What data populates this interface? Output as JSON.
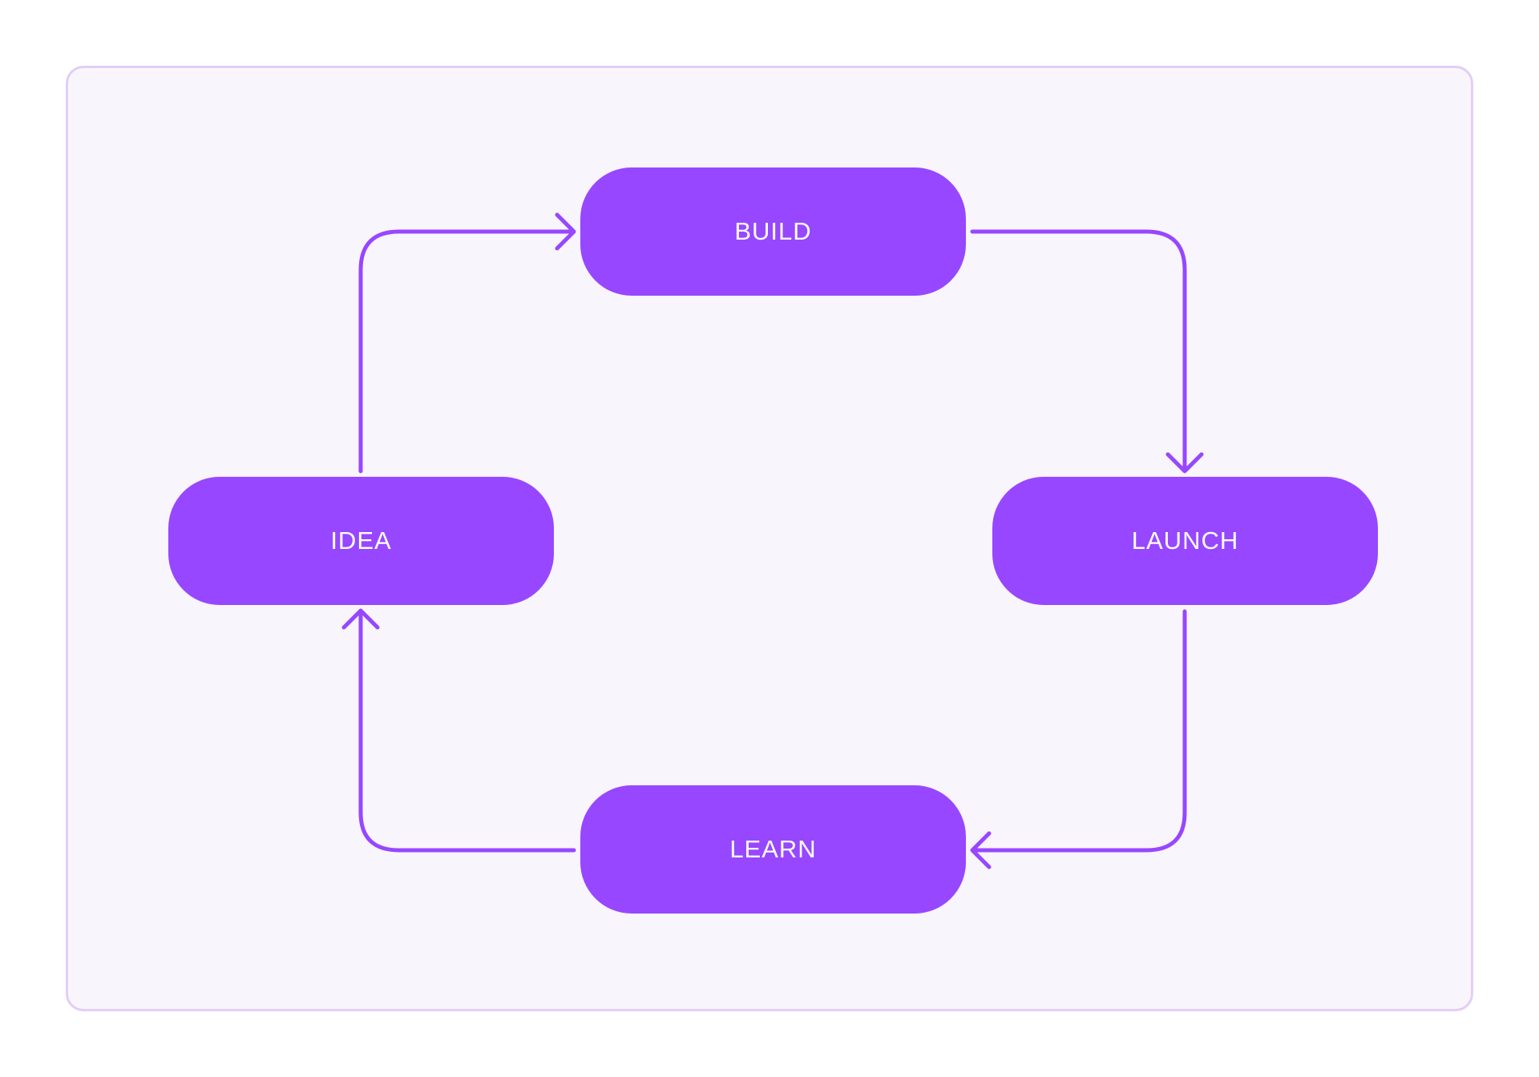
{
  "diagram": {
    "colors": {
      "node_fill": "#9747ff",
      "arrow": "#9747ff",
      "frame_fill": "#f9f5fc",
      "frame_border": "#e3cdf6",
      "label": "#ffffff"
    },
    "nodes": {
      "build": {
        "label": "BUILD"
      },
      "launch": {
        "label": "LAUNCH"
      },
      "learn": {
        "label": "LEARN"
      },
      "idea": {
        "label": "IDEA"
      }
    },
    "edges": [
      {
        "from": "IDEA",
        "to": "BUILD"
      },
      {
        "from": "BUILD",
        "to": "LAUNCH"
      },
      {
        "from": "LAUNCH",
        "to": "LEARN"
      },
      {
        "from": "LEARN",
        "to": "IDEA"
      }
    ]
  }
}
